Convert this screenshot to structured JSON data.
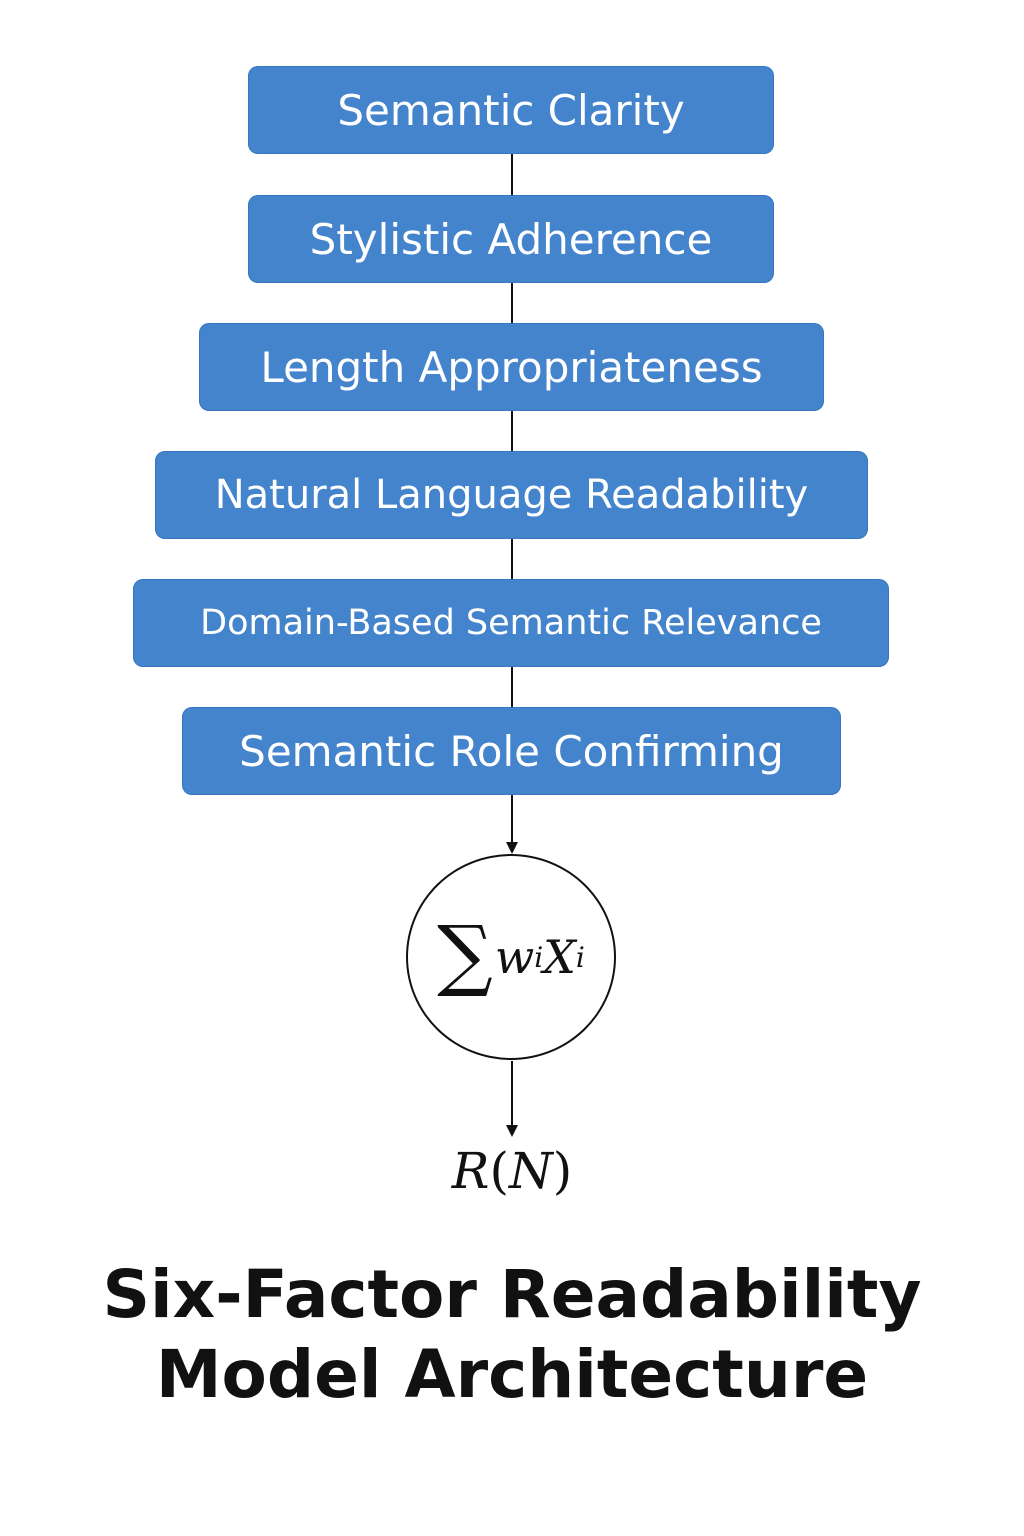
{
  "colors": {
    "box_fill": "#4484CC",
    "box_text": "#FFFFFF",
    "line": "#111111",
    "background": "#FFFFFF"
  },
  "factors": [
    "Semantic Clarity",
    "Stylistic Adherence",
    "Length Appropriateness",
    "Natural Language Readability",
    "Domain-Based Semantic Relevance",
    "Semantic Role Confirming"
  ],
  "aggregator": {
    "symbol": "∑",
    "weight_var": "w",
    "factor_var": "X",
    "index": "i"
  },
  "output": {
    "func": "R",
    "arg": "N"
  },
  "title": {
    "line1": "Six-Factor Readability",
    "line2": "Model Architecture"
  }
}
